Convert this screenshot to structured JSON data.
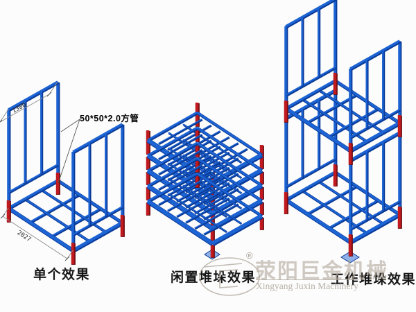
{
  "figure": {
    "annotations": {
      "tube_spec": "50*50*2.0方管",
      "dim_top": "1300",
      "dim_bottom": "2027"
    },
    "captions": [
      {
        "id": "single",
        "label": "单个效果"
      },
      {
        "id": "idle",
        "label": "闲置堆垛效果"
      },
      {
        "id": "work",
        "label": "工作堆垛效果"
      }
    ],
    "watermark": {
      "registered_mark": "®",
      "chinese": "荥阳巨金机械",
      "english": "Xingyang Juxin Machinery"
    },
    "colors": {
      "steel_blue": "#1c63d4",
      "steel_blue_dark": "#0a3a96",
      "steel_blue_light": "#8db0e8",
      "socket_red": "#c01a1f",
      "socket_red_dark": "#6e0d12",
      "dimension_line": "#8a8a8a",
      "leader_line": "#555555",
      "watermark_gray": "#b4aa9e"
    }
  }
}
